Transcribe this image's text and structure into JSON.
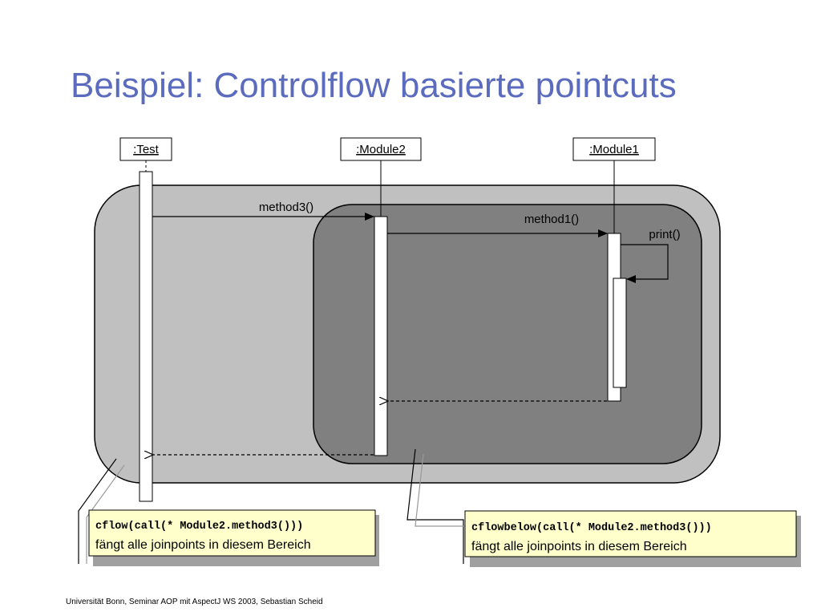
{
  "slide": {
    "title": "Beispiel: Controlflow basierte pointcuts",
    "footer": "Universität Bonn, Seminar AOP mit AspectJ WS 2003, Sebastian Scheid"
  },
  "diagram": {
    "lifelines": [
      ":Test",
      ":Module2",
      ":Module1"
    ],
    "messages": {
      "method3": "method3()",
      "method1": "method1()",
      "print": "print()"
    },
    "notes": {
      "cflow": {
        "code": "cflow(call(* Module2.method3()))",
        "text": "fängt alle joinpoints in diesem Bereich"
      },
      "cflowbelow": {
        "code": "cflowbelow(call(* Module2.method3()))",
        "text": "fängt alle joinpoints in diesem Bereich"
      }
    }
  },
  "colors": {
    "title": "#5b6bbd",
    "outer_region": "#c0c0c0",
    "inner_region": "#808080",
    "note_fill": "#ffffcc"
  }
}
